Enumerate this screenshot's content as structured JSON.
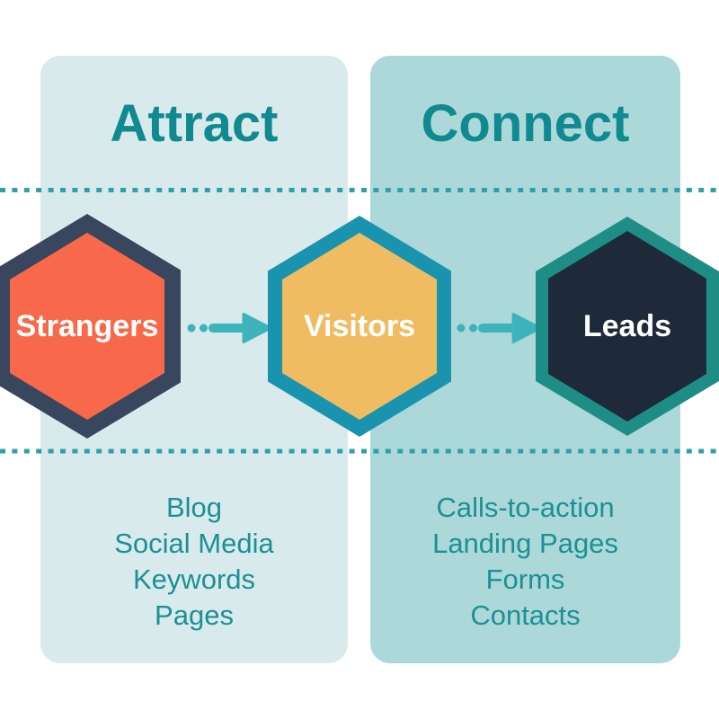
{
  "diagram": {
    "stages": [
      {
        "title": "Attract",
        "items": [
          "Blog",
          "Social Media",
          "Keywords",
          "Pages"
        ]
      },
      {
        "title": "Connect",
        "items": [
          "Calls-to-action",
          "Landing Pages",
          "Forms",
          "Contacts"
        ]
      }
    ],
    "nodes": [
      {
        "label": "Strangers",
        "fill_color": "#f8694b",
        "border_color": "#38465e"
      },
      {
        "label": "Visitors",
        "fill_color": "#efbc62",
        "border_color": "#1a93ae"
      },
      {
        "label": "Leads",
        "fill_color": "#1e2a3a",
        "border_color": "#1e8d86"
      }
    ],
    "colors": {
      "background": "#ffffff",
      "panel_left_bg": "#d8eaec",
      "panel_right_bg": "#add8d9",
      "title_text": "#0f8a90",
      "list_text": "#1b9095",
      "separator": "#2fa0ab",
      "arrow": "#3db3bc",
      "node_label": "#ffffff"
    }
  }
}
